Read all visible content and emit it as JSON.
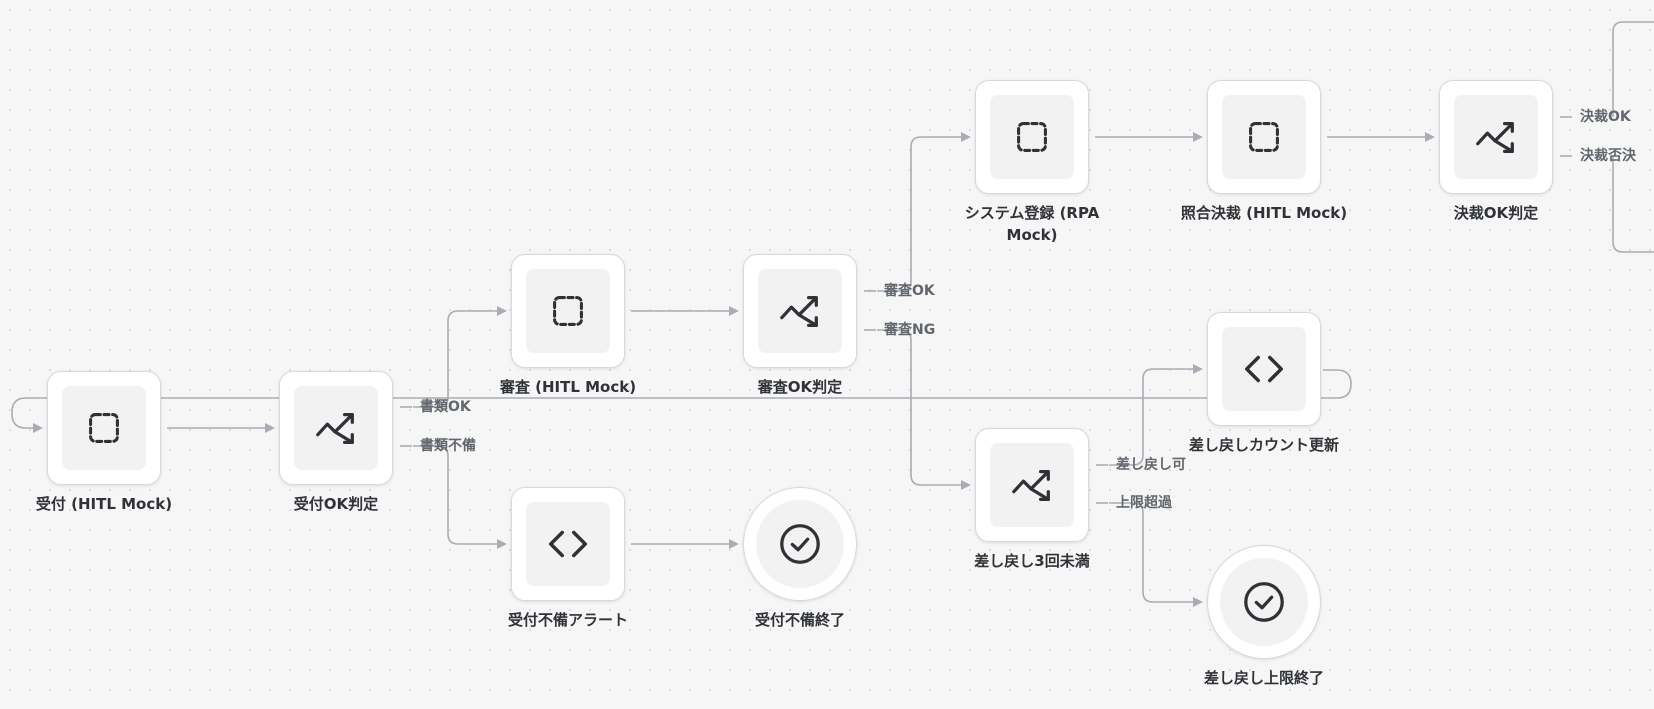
{
  "nodes": [
    {
      "id": "reception",
      "name": "node-reception",
      "label": "受付 (HITL Mock)",
      "icon": "dashed-square-icon",
      "shape": "rect"
    },
    {
      "id": "reception_check",
      "name": "node-reception-check",
      "label": "受付OK判定",
      "icon": "branch-trend-icon",
      "shape": "rect"
    },
    {
      "id": "review",
      "name": "node-review",
      "label": "審査 (HITL Mock)",
      "icon": "dashed-square-icon",
      "shape": "rect"
    },
    {
      "id": "review_check",
      "name": "node-review-check",
      "label": "審査OK判定",
      "icon": "branch-trend-icon",
      "shape": "rect"
    },
    {
      "id": "system_register",
      "name": "node-system-register",
      "label": "システム登録 (RPA Mock)",
      "icon": "dashed-square-icon",
      "shape": "rect"
    },
    {
      "id": "approval",
      "name": "node-approval",
      "label": "照合決裁 (HITL Mock)",
      "icon": "dashed-square-icon",
      "shape": "rect"
    },
    {
      "id": "approval_check",
      "name": "node-approval-check",
      "label": "決裁OK判定",
      "icon": "branch-trend-icon",
      "shape": "rect"
    },
    {
      "id": "return_count",
      "name": "node-return-count-update",
      "label": "差し戻しカウント更新",
      "icon": "code-brackets-icon",
      "shape": "rect"
    },
    {
      "id": "return_check",
      "name": "node-return-under-3",
      "label": "差し戻し3回未満",
      "icon": "branch-trend-icon",
      "shape": "rect"
    },
    {
      "id": "return_end",
      "name": "node-return-limit-end",
      "label": "差し戻し上限終了",
      "icon": "check-circle-icon",
      "shape": "circle"
    },
    {
      "id": "incomplete_alert",
      "name": "node-incomplete-alert",
      "label": "受付不備アラート",
      "icon": "code-brackets-icon",
      "shape": "rect"
    },
    {
      "id": "incomplete_end",
      "name": "node-incomplete-end",
      "label": "受付不備終了",
      "icon": "check-circle-icon",
      "shape": "circle"
    }
  ],
  "handles": [
    {
      "id": "h_docs_ok",
      "node": "reception_check",
      "name": "handle-docs-ok",
      "label": "書類OK"
    },
    {
      "id": "h_docs_ng",
      "node": "reception_check",
      "name": "handle-docs-incomplete",
      "label": "書類不備"
    },
    {
      "id": "h_review_ok",
      "node": "review_check",
      "name": "handle-review-ok",
      "label": "審査OK"
    },
    {
      "id": "h_review_ng",
      "node": "review_check",
      "name": "handle-review-ng",
      "label": "審査NG"
    },
    {
      "id": "h_approve_ok",
      "node": "approval_check",
      "name": "handle-approval-ok",
      "label": "決裁OK"
    },
    {
      "id": "h_approve_ng",
      "node": "approval_check",
      "name": "handle-approval-rejected",
      "label": "決裁否決"
    },
    {
      "id": "h_return_ok",
      "node": "return_check",
      "name": "handle-return-allowed",
      "label": "差し戻し可"
    },
    {
      "id": "h_return_over",
      "node": "return_check",
      "name": "handle-limit-exceeded",
      "label": "上限超過"
    }
  ],
  "edges": [
    {
      "from": "reception",
      "to": "reception_check"
    },
    {
      "from": "h_docs_ok",
      "to": "review"
    },
    {
      "from": "h_docs_ng",
      "to": "incomplete_alert"
    },
    {
      "from": "review",
      "to": "review_check"
    },
    {
      "from": "h_review_ok",
      "to": "system_register"
    },
    {
      "from": "h_review_ng",
      "to": "return_check"
    },
    {
      "from": "system_register",
      "to": "approval"
    },
    {
      "from": "approval",
      "to": "approval_check"
    },
    {
      "from": "incomplete_alert",
      "to": "incomplete_end"
    },
    {
      "from": "h_return_ok",
      "to": "return_count"
    },
    {
      "from": "h_return_over",
      "to": "return_end"
    },
    {
      "from": "return_count",
      "to": "reception"
    }
  ],
  "colors": {
    "edge": "#a8adb4",
    "icon": "#2e3136",
    "node_border": "#d8d9dc",
    "node_inner": "#f2f2f3"
  }
}
